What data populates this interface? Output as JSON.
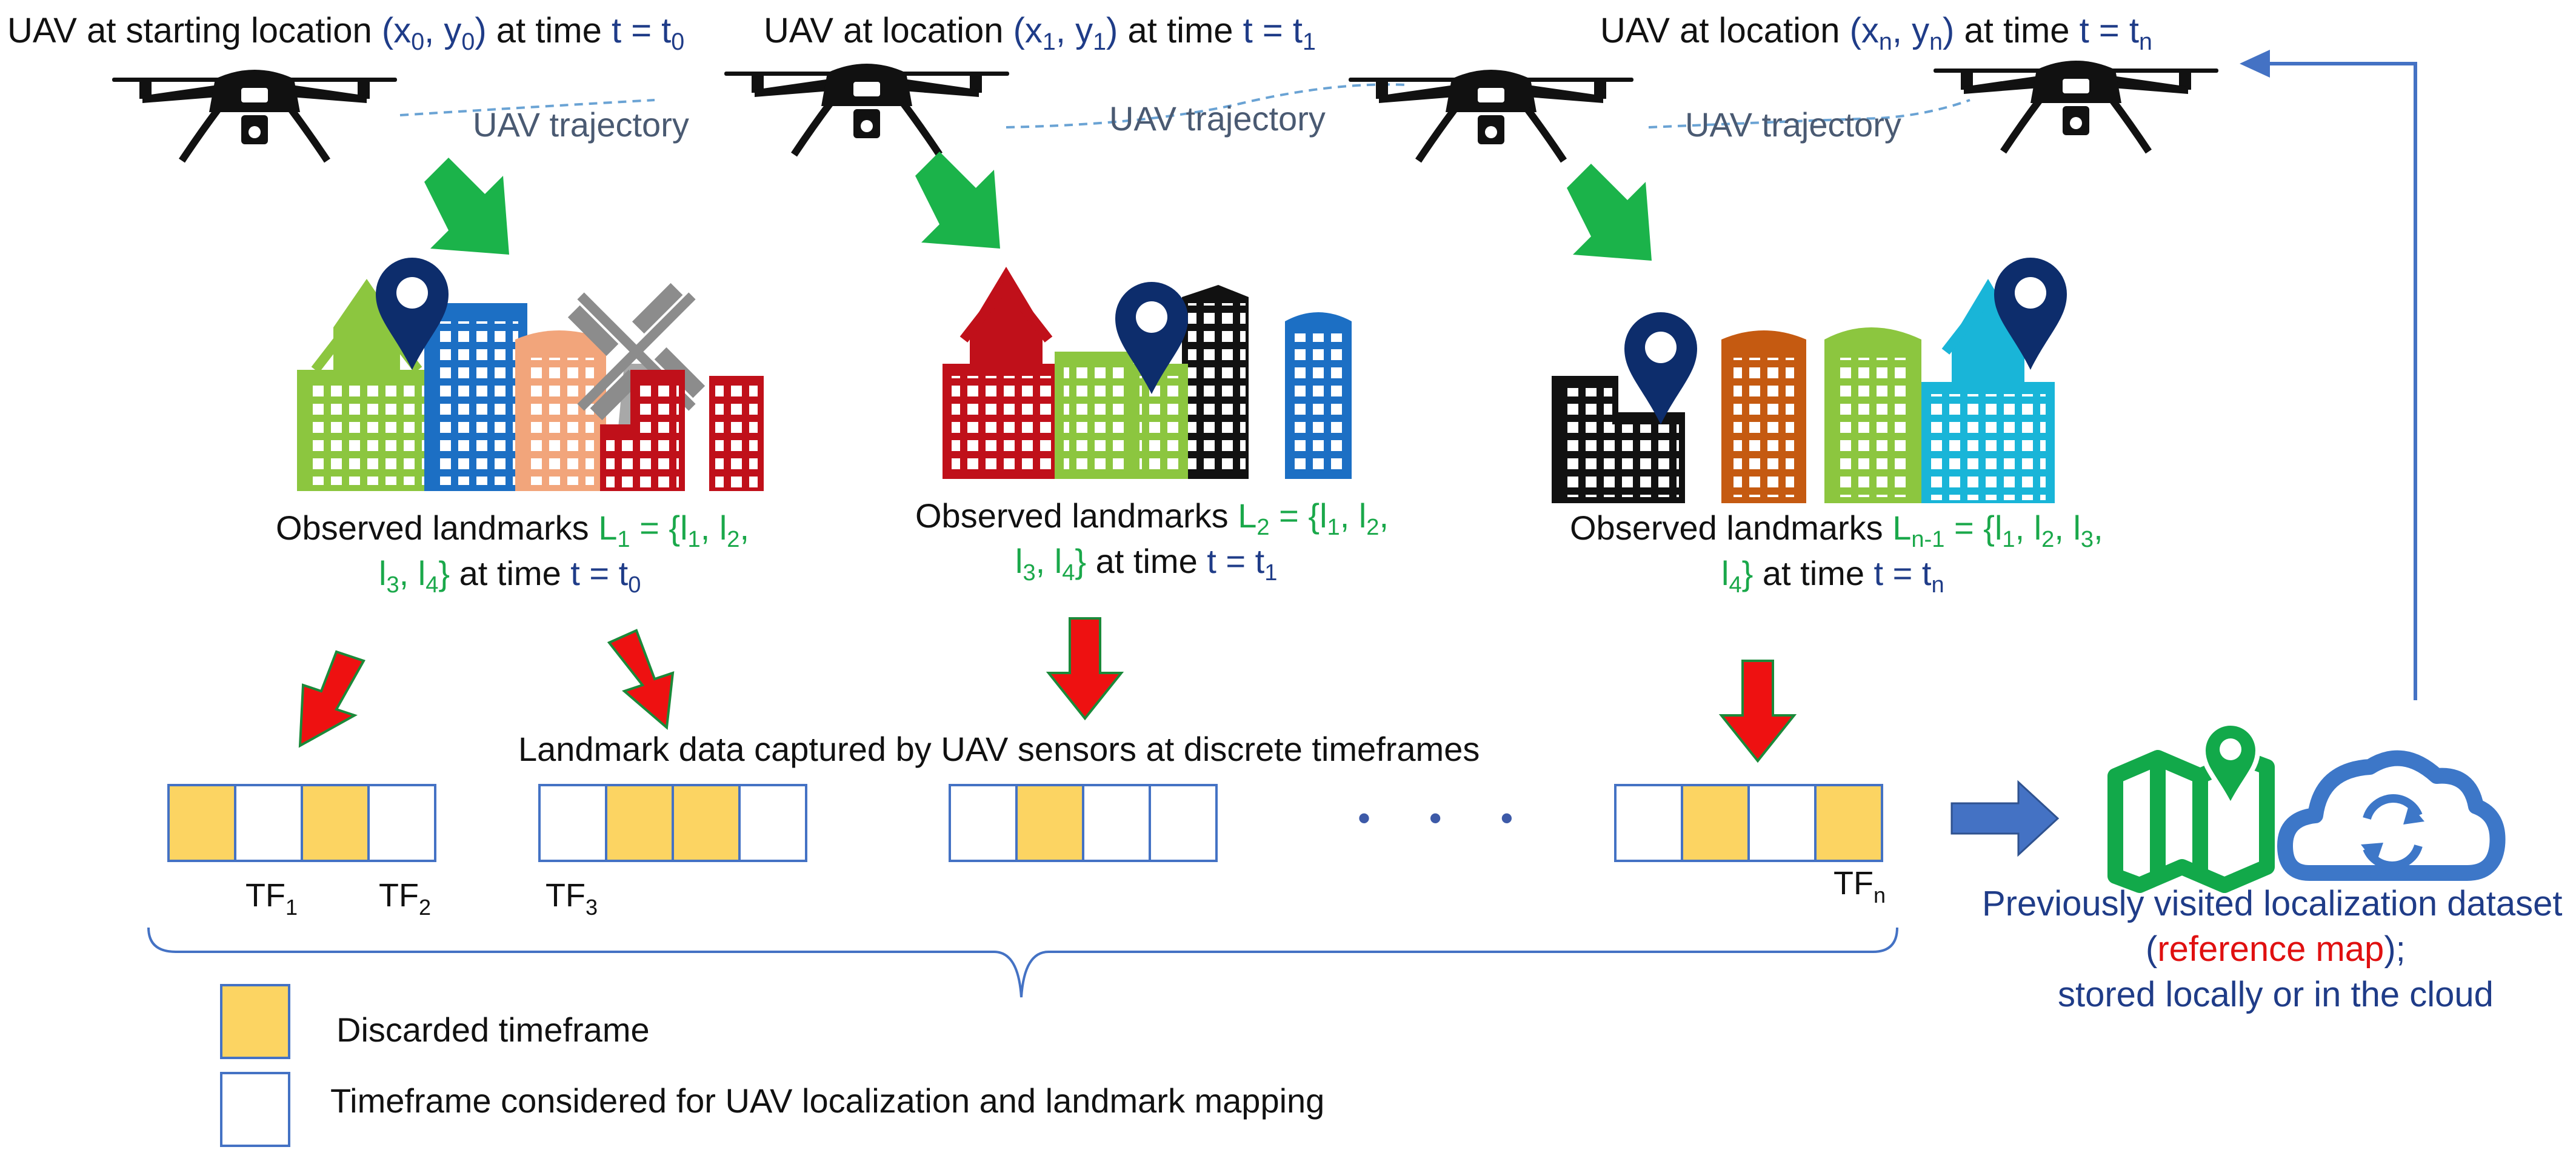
{
  "colors": {
    "discarded": "#fcd462",
    "cell_border": "#4472c4",
    "green_arrow": "#1bb34a",
    "red_arrow": "#ee1111",
    "map_green": "#12a94a",
    "cloud_blue": "#3d77c8",
    "label_blue": "#1f3c88",
    "trajectory": "#6aa3d4"
  },
  "header": {
    "uav0": {
      "pre": "UAV at starting location ",
      "coord": "(x0, y0)",
      "mid": " at time ",
      "time": "t = t0"
    },
    "uav1": {
      "pre": "UAV at location ",
      "coord": "(x1, y1)",
      "mid": " at time ",
      "time": "t = t1"
    },
    "uavn": {
      "pre": "UAV at location ",
      "coord": "(xn, yn)",
      "mid": " at time ",
      "time": "t = tn"
    }
  },
  "trajectory_label": "UAV trajectory",
  "landmarks": {
    "g1": {
      "pre": "Observed landmarks ",
      "set": "L1 = {l1, l2,",
      "set2": "l3, l4}",
      "time_pre": " at time ",
      "time": "t = t0"
    },
    "g2": {
      "pre": "Observed landmarks ",
      "set": "L2 = {l1, l2,",
      "set2": "l3, l4}",
      "time_pre": " at time ",
      "time": "t = t1"
    },
    "g3": {
      "pre": "Observed landmarks ",
      "set": "Ln-1 = {l1, l2, l3,",
      "set2": "l4}",
      "time_pre": " at time ",
      "time": "t = tn"
    }
  },
  "timeframes": {
    "caption": "Landmark data captured by UAV sensors at discrete timeframes",
    "groups": [
      {
        "cells": [
          true,
          false,
          true,
          false
        ]
      },
      {
        "cells": [
          false,
          true,
          true,
          false
        ]
      },
      {
        "cells": [
          false,
          true,
          false,
          false
        ]
      },
      {
        "cells": [
          false,
          true,
          false,
          true
        ]
      }
    ],
    "labels": [
      "TF1",
      "TF2",
      "TF3",
      "TFn"
    ],
    "ellipsis": "• • •"
  },
  "legend": {
    "discarded": "Discarded timeframe",
    "considered": "Timeframe considered for UAV localization and landmark mapping"
  },
  "dataset": {
    "line1": "Previously visited  localization dataset",
    "line2_open": "(",
    "line2_red": "reference map",
    "line2_close": ");",
    "line3": "stored locally or in the cloud"
  },
  "icons": [
    "drone-icon",
    "green-arrow",
    "red-arrow",
    "blue-arrow",
    "map-pin-icon",
    "map-icon",
    "cloud-sync-icon",
    "windmill-icon",
    "building-icon"
  ]
}
